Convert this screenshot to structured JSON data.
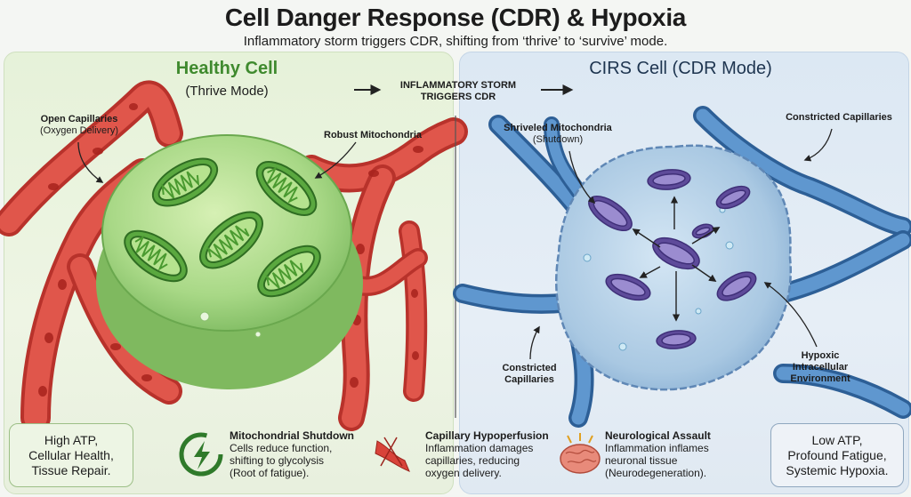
{
  "title": "Cell Danger Response (CDR) & Hypoxia",
  "subtitle": "Inflammatory storm triggers CDR, shifting from ‘thrive’ to ‘survive’ mode.",
  "left_panel": {
    "heading": "Healthy Cell",
    "mode": "(Thrive Mode)",
    "labels": {
      "open_capillaries_title": "Open Capillaries",
      "open_capillaries_sub": "(Oxygen Delivery)",
      "robust_mito": "Robust Mitochondria"
    },
    "summary": [
      "High ATP,",
      "Cellular Health,",
      "Tissue Repair."
    ]
  },
  "transition": {
    "line1": "INFLAMMATORY STORM",
    "line2": "TRIGGERS CDR"
  },
  "right_panel": {
    "heading": "CIRS Cell (CDR Mode)",
    "labels": {
      "shriveled_title": "Shriveled Mitochondria",
      "shriveled_sub": "(Shutdown)",
      "constricted_top": "Constricted Capillaries",
      "constricted_bottom_1": "Constricted",
      "constricted_bottom_2": "Capillaries",
      "hypoxic_1": "Hypoxic",
      "hypoxic_2": "Intracellular",
      "hypoxic_3": "Environment"
    },
    "summary": [
      "Low ATP,",
      "Profound Fatigue,",
      "Systemic Hypoxia."
    ]
  },
  "features": [
    {
      "title": "Mitochondrial Shutdown",
      "lines": [
        "Cells reduce function,",
        "shifting to glycolysis",
        "(Root of fatigue)."
      ],
      "icon": "battery-bolt-icon"
    },
    {
      "title": "Capillary Hypoperfusion",
      "lines": [
        "Inflammation damages",
        "capillaries, reducing",
        "oxygen delivery."
      ],
      "icon": "constricted-vessel-icon"
    },
    {
      "title": "Neurological Assault",
      "lines": [
        "Inflammation inflames",
        "neuronal tissue",
        "(Neurodegeneration)."
      ],
      "icon": "brain-icon"
    }
  ],
  "colors": {
    "healthy_green": "#3f8a2e",
    "vessel_red": "#d8433a",
    "vessel_blue": "#3e78b8",
    "cirs_purple": "#6a5aa3"
  }
}
